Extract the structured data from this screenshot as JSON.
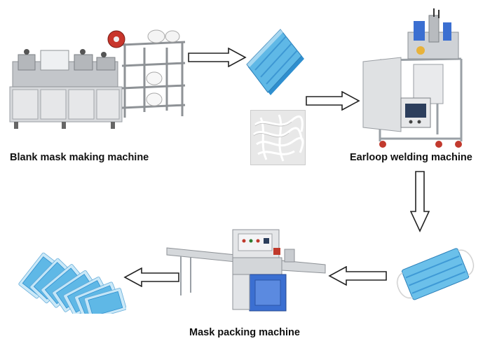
{
  "labels": {
    "blank_machine": "Blank mask making machine",
    "earloop_machine": "Earloop welding machine",
    "packing_machine": "Mask packing machine"
  },
  "colors": {
    "mask_blue": "#5fb8e6",
    "mask_blue_dark": "#2f8fcf",
    "machine_steel": "#c9ccd0",
    "machine_blue": "#3b6fd1",
    "arrow_stroke": "#222222"
  },
  "icons": [
    "flat-arrow-right",
    "flat-arrow-down",
    "flat-arrow-left"
  ]
}
